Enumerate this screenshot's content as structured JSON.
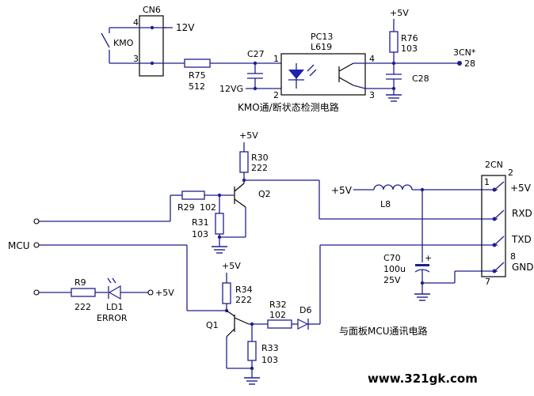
{
  "top": {
    "connector_cn6": "CN6",
    "cn6_pin4": "4",
    "cn6_pin3": "3",
    "relay_label": "KMO",
    "v12_label": "12V",
    "r75_name": "R75",
    "r75_value": "512",
    "c27_label": "C27",
    "v12g_label": "12VG",
    "optocoupler_name": "PC13",
    "optocoupler_part": "L619",
    "pc_pin1": "1",
    "pc_pin2": "2",
    "pc_pin3": "3",
    "pc_pin4": "4",
    "v5_label": "+5V",
    "r76_name": "R76",
    "r76_value": "103",
    "c28_label": "C28",
    "out_conn": "3CN*",
    "out_pin": "28",
    "caption": "KMO通/断状态检测电路"
  },
  "bottom": {
    "r30_v5": "+5V",
    "r30_name": "R30",
    "r30_value": "222",
    "q2_label": "Q2",
    "r29_name": "R29",
    "r29_value": "102",
    "r31_name": "R31",
    "r31_value": "103",
    "mcu_label": "MCU",
    "r9_name": "R9",
    "r9_value": "222",
    "ld1_name": "LD1",
    "ld1_text": "ERROR",
    "ld1_v5": "+5V",
    "r34_v5": "+5V",
    "r34_name": "R34",
    "r34_value": "222",
    "q1_label": "Q1",
    "r32_name": "R32",
    "r32_value": "102",
    "d6_label": "D6",
    "r33_name": "R33",
    "r33_value": "103",
    "l8_v5": "+5V",
    "l8_label": "L8",
    "c70_name": "C70",
    "c70_value": "100u",
    "c70_voltage": "25V",
    "c70_plus": "+",
    "conn2_name": "2CN",
    "pin1": "1",
    "pin2": "2",
    "pin7": "7",
    "pin8": "8",
    "sig_5v": "+5V",
    "sig_rxd": "RXD",
    "sig_txd": "TXD",
    "sig_gnd": "GND",
    "caption": "与面板MCU通讯电路"
  },
  "watermark": "www.321gk.com"
}
